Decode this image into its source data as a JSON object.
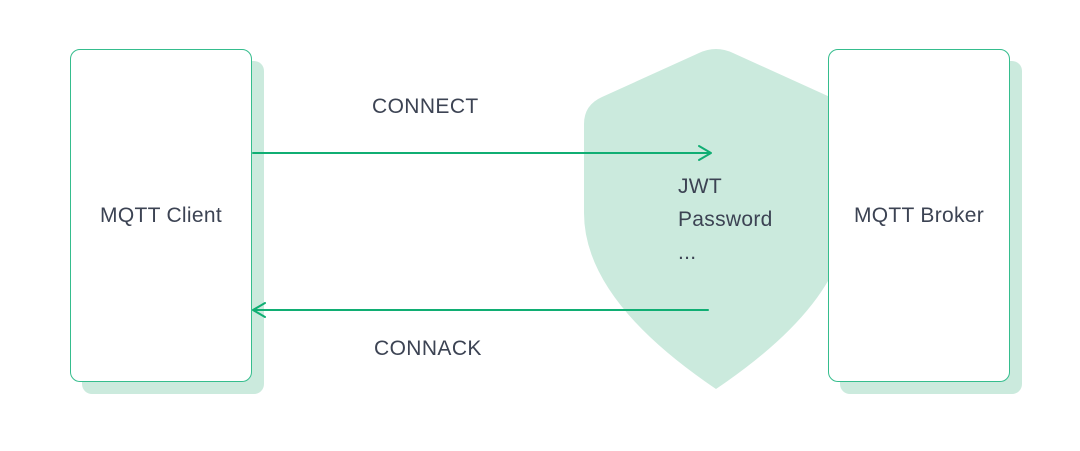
{
  "diagram": {
    "client": {
      "label": "MQTT Client"
    },
    "broker": {
      "label": "MQTT Broker"
    },
    "flows": {
      "connect": {
        "label": "CONNECT",
        "direction": "right"
      },
      "connack": {
        "label": "CONNACK",
        "direction": "left"
      }
    },
    "shield": {
      "lines": [
        "JWT",
        "Password",
        "..."
      ]
    },
    "colors": {
      "arrow_green": "#10ae73",
      "node_border_green": "#35bd8d",
      "shield_fill_green": "#cbeadd",
      "text_dark": "#3c4353",
      "background": "#ffffff"
    }
  }
}
